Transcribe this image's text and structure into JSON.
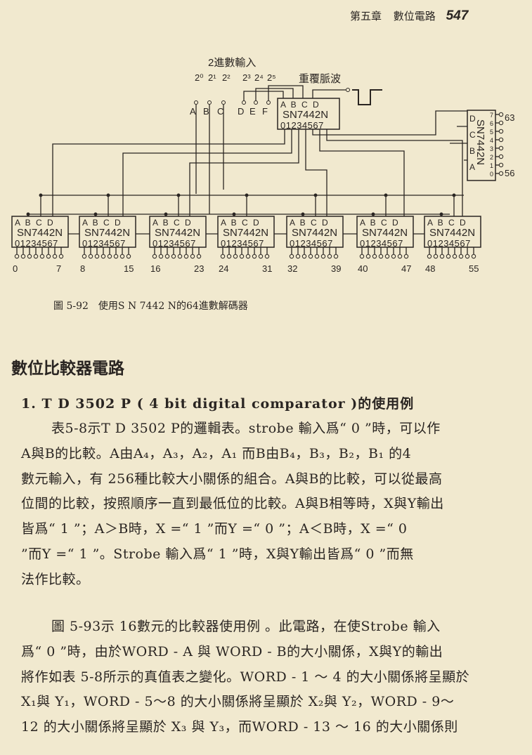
{
  "header": {
    "chapter": "第五章",
    "section": "數位電路",
    "page_number": "547"
  },
  "figure": {
    "input_title": "2進數輸入",
    "input_weights": [
      "2⁰",
      "2¹",
      "2²",
      "2³",
      "2⁴",
      "2⁵"
    ],
    "input_letters": [
      "A",
      "B",
      "C",
      "D",
      "E",
      "F"
    ],
    "pulse_label": "重覆脈波",
    "chip_name": "SN7442N",
    "chip_inputs": "A B C D",
    "chip_outputs": "01234567",
    "bottom_ranges": [
      [
        "0",
        "7"
      ],
      [
        "8",
        "15"
      ],
      [
        "16",
        "23"
      ],
      [
        "24",
        "31"
      ],
      [
        "32",
        "39"
      ],
      [
        "40",
        "47"
      ],
      [
        "48",
        "55"
      ]
    ],
    "right_range": [
      "63",
      "56"
    ],
    "caption_num": "圖 5-92",
    "caption_text": "使用S N 7442 N的64進數解碼器"
  },
  "section_title": "數位比較器電路",
  "subsection_title": "1. T D 3502 P ( 4 bit digital comparator )的使用例",
  "paragraph1": [
    "表5-8示T D 3502 P的邏輯表。strobe 輸入爲“ 0 ”時，可以作",
    "A與B的比較。A由A₄，A₃，A₂，A₁ 而B由B₄，B₃，B₂，B₁  的4",
    "數元輸入，有 256種比較大小關係的組合。A與B的比較，可以從最高",
    "位間的比較，按照順序一直到最低位的比較。A與B相等時，X與Y輸出",
    "皆爲“ 1 ”；A＞B時，X =“ 1 ”而Y =“ 0 ”；A＜B時，X =“ 0",
    "”而Y =“ 1 ”。Strobe 輸入爲“ 1 ”時，X與Y輸出皆爲“ 0 ”而無",
    "法作比較。"
  ],
  "paragraph2": [
    "圖 5-93示 16數元的比較器使用例 。此電路，在使Strobe 輸入",
    "爲“ 0 ”時，由於WORD - A 與 WORD - B的大小關係，X與Y的輸出",
    "將作如表 5-8所示的真值表之變化。WORD - 1 ～ 4 的大小關係將呈顯於",
    "X₁與 Y₁，WORD - 5～8 的大小關係將呈顯於 X₂與 Y₂，WORD - 9～",
    "12  的大小關係將呈顯於 X₃ 與 Y₃，而WORD - 13 ～ 16  的大小關係則"
  ]
}
